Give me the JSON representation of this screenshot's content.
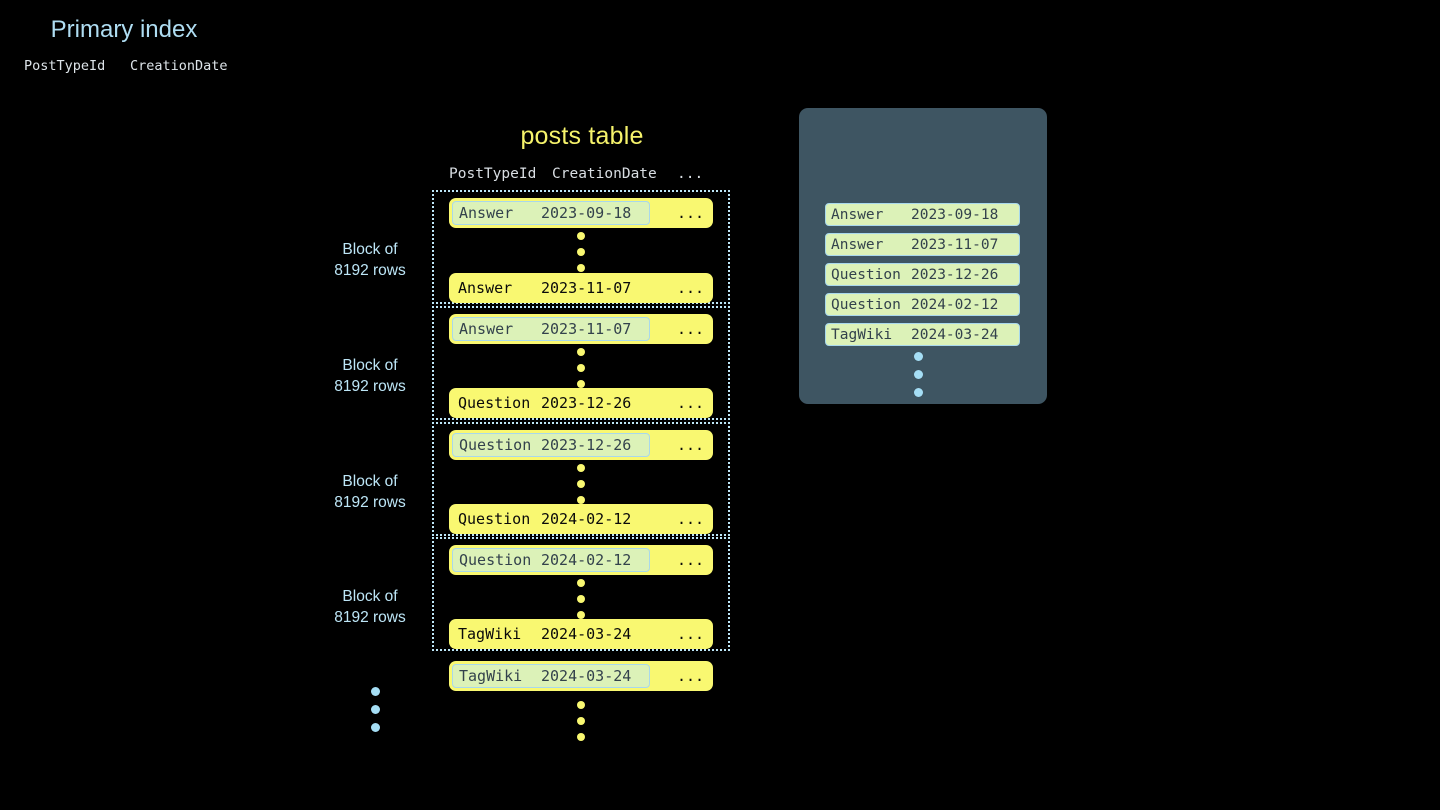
{
  "posts_table": {
    "title": "posts table",
    "columns": [
      "PostTypeId",
      "CreationDate",
      "..."
    ],
    "ellipsis_cell": "...",
    "blocks": [
      {
        "label_line1": "Block of",
        "label_line2": "8192 rows",
        "first_row": {
          "post_type_id": "Answer",
          "creation_date": "2023-09-18",
          "highlighted": true
        },
        "last_row": {
          "post_type_id": "Answer",
          "creation_date": "2023-11-07",
          "highlighted": false
        }
      },
      {
        "label_line1": "Block of",
        "label_line2": "8192 rows",
        "first_row": {
          "post_type_id": "Answer",
          "creation_date": "2023-11-07",
          "highlighted": true
        },
        "last_row": {
          "post_type_id": "Question",
          "creation_date": "2023-12-26",
          "highlighted": false
        }
      },
      {
        "label_line1": "Block of",
        "label_line2": "8192 rows",
        "first_row": {
          "post_type_id": "Question",
          "creation_date": "2023-12-26",
          "highlighted": true
        },
        "last_row": {
          "post_type_id": "Question",
          "creation_date": "2024-02-12",
          "highlighted": false
        }
      },
      {
        "label_line1": "Block of",
        "label_line2": "8192 rows",
        "first_row": {
          "post_type_id": "Question",
          "creation_date": "2024-02-12",
          "highlighted": true
        },
        "last_row": {
          "post_type_id": "TagWiki",
          "creation_date": "2024-03-24",
          "highlighted": false
        }
      }
    ],
    "trailing_row": {
      "post_type_id": "TagWiki",
      "creation_date": "2024-03-24",
      "highlighted": true
    }
  },
  "primary_index": {
    "title": "Primary index",
    "columns": [
      "PostTypeId",
      "CreationDate"
    ],
    "rows": [
      {
        "post_type_id": "Answer",
        "creation_date": "2023-09-18"
      },
      {
        "post_type_id": "Answer",
        "creation_date": "2023-11-07"
      },
      {
        "post_type_id": "Question",
        "creation_date": "2023-12-26"
      },
      {
        "post_type_id": "Question",
        "creation_date": "2024-02-12"
      },
      {
        "post_type_id": "TagWiki",
        "creation_date": "2024-03-24"
      }
    ]
  },
  "colors": {
    "background": "#000000",
    "row_yellow": "#F9F871",
    "highlight_green": "#DCF2B8",
    "highlight_border": "#A8D8EC",
    "accent_blue": "#BDE6F7",
    "panel_slate": "#3E5562",
    "title_yellow": "#F6F36B",
    "title_blue": "#AFDDF2",
    "header_gray": "#DDE4E9",
    "dot_yellow": "#F9F871",
    "dot_blue": "#A5DEF5",
    "text_dark": "#0a0a0a",
    "text_slate": "#33424C"
  }
}
